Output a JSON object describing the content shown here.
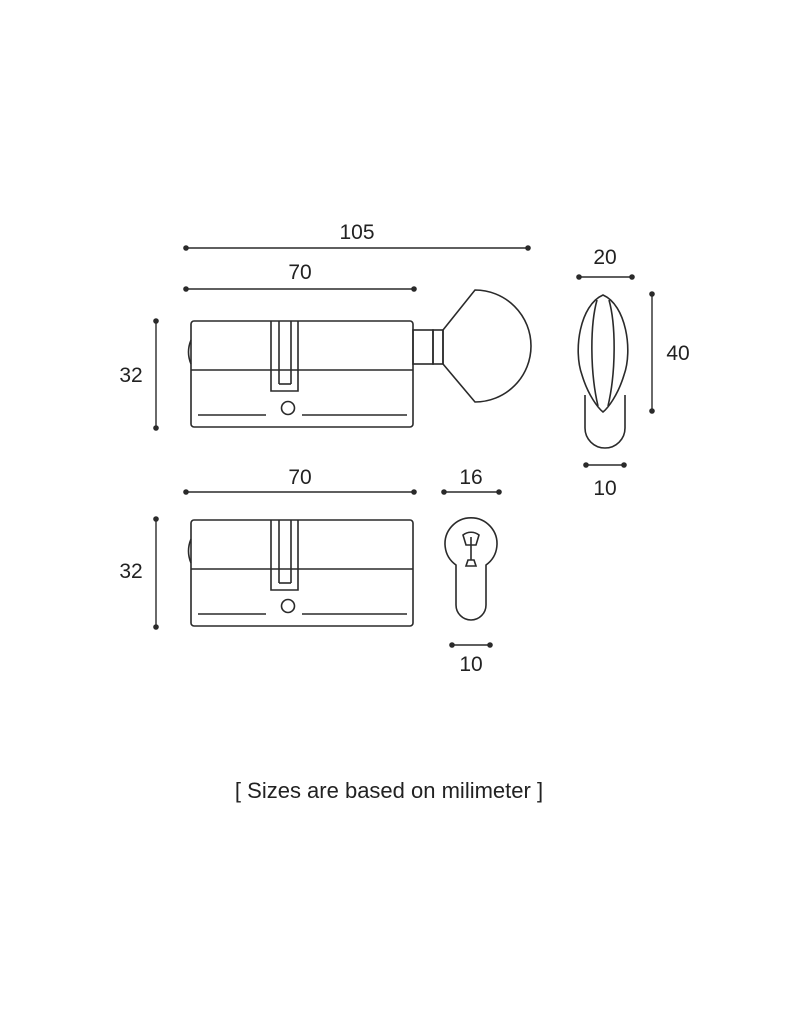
{
  "dimensions": {
    "knob_overall_length": "105",
    "knob_body_length": "70",
    "knob_height": "32",
    "knob_width": "20",
    "knob_turn_height": "40",
    "knob_profile_width": "10",
    "euro_body_length": "70",
    "euro_height": "32",
    "euro_profile_width": "16",
    "euro_profile_bottom": "10"
  },
  "note": "[ Sizes are based on milimeter ]",
  "colors": {
    "line": "#2a2a2a",
    "text": "#222222",
    "background": "#ffffff"
  }
}
